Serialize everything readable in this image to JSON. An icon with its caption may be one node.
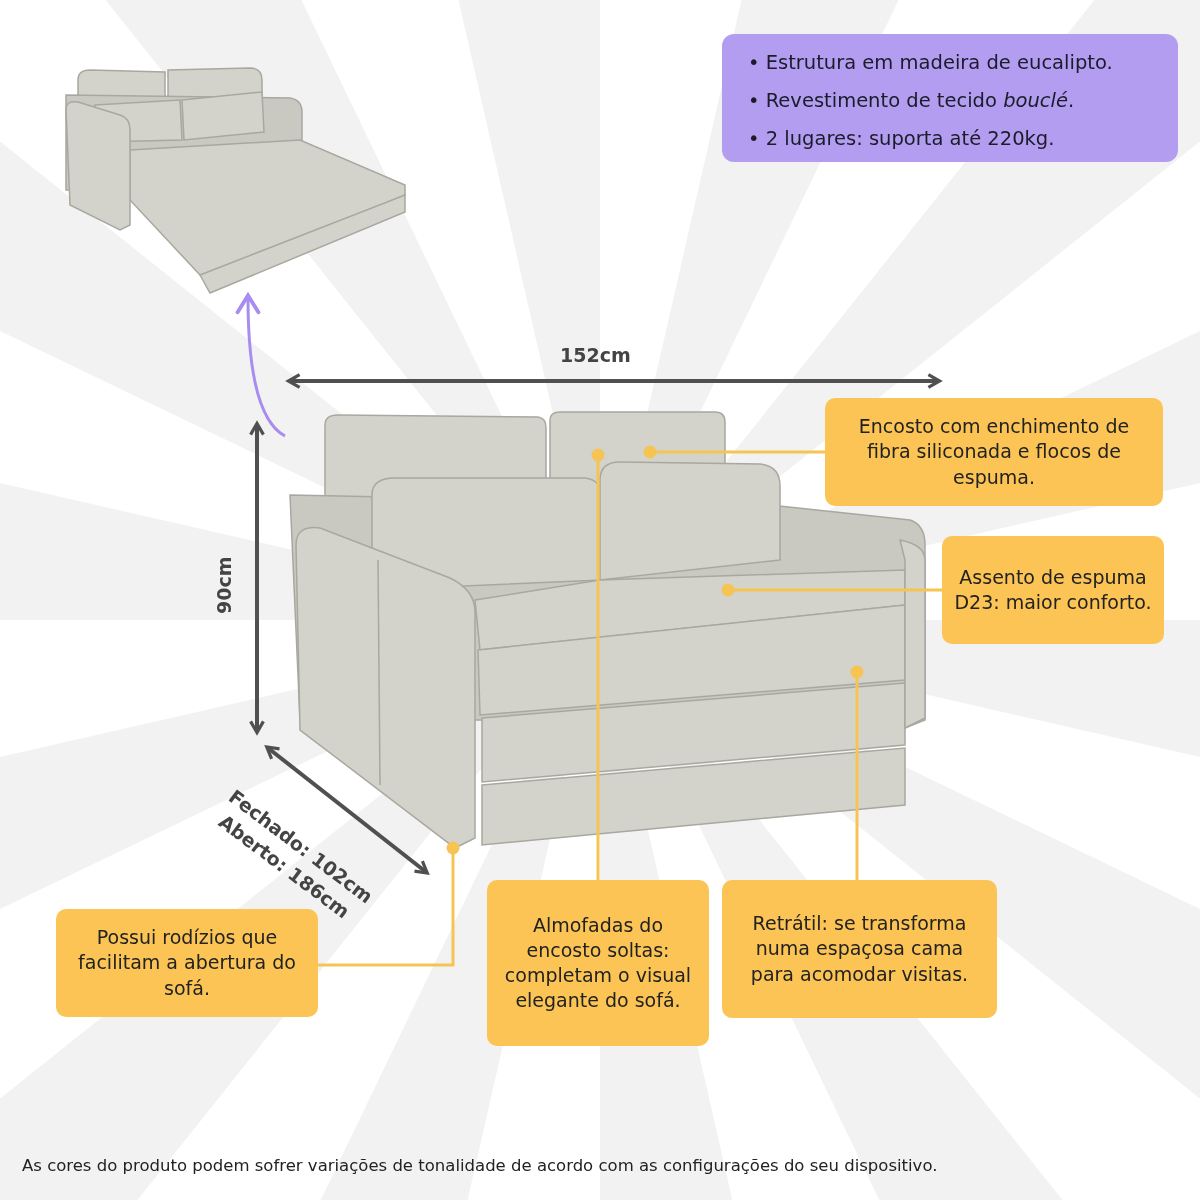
{
  "diagram": {
    "caption": "As cores do produto podem sofrer variações de tonalidade de acordo com as configurações do seu dispositivo.",
    "nodes": [
      {
        "text": [
          "• Estrutura em madeira de eucalipto.",
          "• Revestimento de tecido *bouclé*.",
          "• 2 lugares: suporta até 220kg."
        ]
      },
      {
        "text": [],
        "shape": "picture"
      },
      {
        "text": [],
        "shape": "picture"
      },
      {
        "text": [
          "Encosto com enchimento de fibra siliconada e flocos de espuma."
        ]
      },
      {
        "text": [
          "Assento de espuma D23: maior conforto."
        ]
      },
      {
        "text": [
          "Possui rodízios que facilitam a abertura do sofá."
        ]
      },
      {
        "text": [
          "Almofadas do encosto soltas: completam o visual elegante do sofá."
        ]
      },
      {
        "text": [
          "Retrátil: se transforma numa espaçosa cama para acomodar visitas."
        ]
      }
    ],
    "edges": [
      {
        "from": 2,
        "to": 1,
        "arrow": "to",
        "color": "#a98cf0"
      },
      {
        "from": 3,
        "to": 2,
        "arrow": "other"
      },
      {
        "from": 4,
        "to": 2,
        "arrow": "other"
      },
      {
        "from": 5,
        "to": 2,
        "arrow": "other"
      },
      {
        "from": 6,
        "to": 2,
        "arrow": "other"
      },
      {
        "from": 7,
        "to": 2,
        "arrow": "other"
      }
    ],
    "labels": [
      "152cm",
      "90cm",
      "Fechado: 102cm",
      "Aberto: 186cm"
    ]
  }
}
